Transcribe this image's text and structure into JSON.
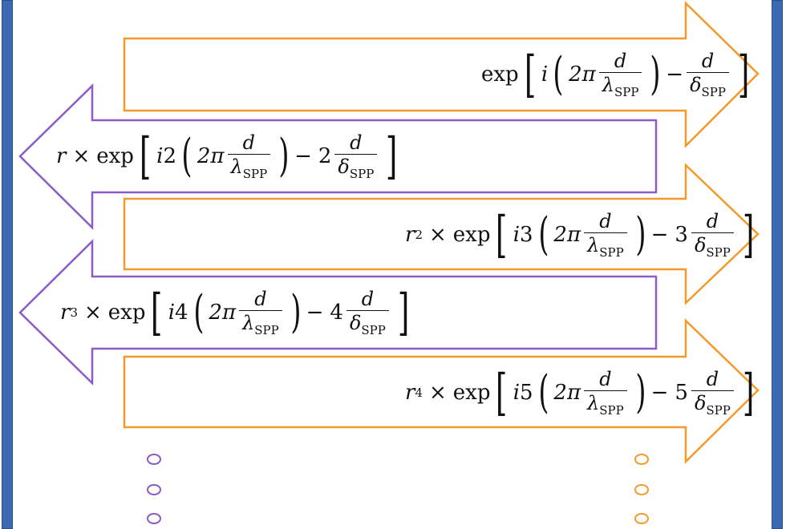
{
  "colors": {
    "mirror": "#3b6ab0",
    "forward": "#f39a2b",
    "backward": "#8b5cc5"
  },
  "symbols": {
    "exp": "exp",
    "times": "×",
    "r": "r",
    "i": "i",
    "two_pi": "2π",
    "d": "d",
    "lambda": "λ",
    "delta": "δ",
    "sub": "SPP",
    "minus": "−"
  },
  "terms": [
    {
      "direction": "forward",
      "prefix": "",
      "power": "",
      "i_coef": "",
      "d_coef": ""
    },
    {
      "direction": "backward",
      "prefix": "r",
      "power": "",
      "i_coef": "2",
      "d_coef": "2"
    },
    {
      "direction": "forward",
      "prefix": "r",
      "power": "2",
      "i_coef": "3",
      "d_coef": "3"
    },
    {
      "direction": "backward",
      "prefix": "r",
      "power": "3",
      "i_coef": "4",
      "d_coef": "4"
    },
    {
      "direction": "forward",
      "prefix": "r",
      "power": "4",
      "i_coef": "5",
      "d_coef": "5"
    }
  ]
}
